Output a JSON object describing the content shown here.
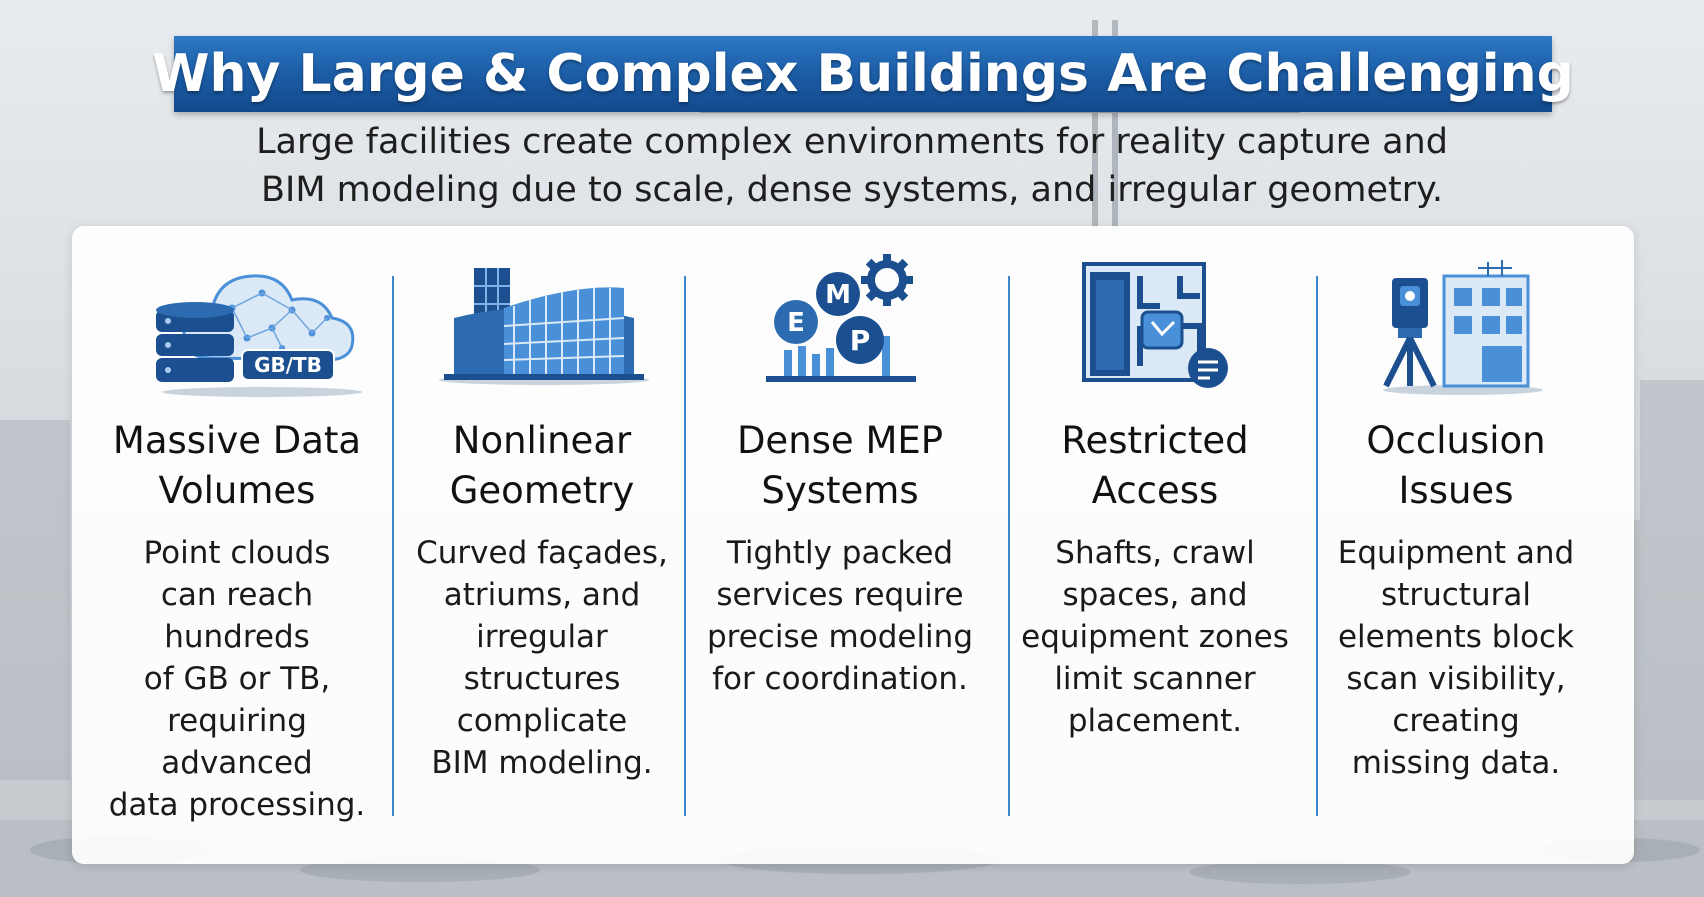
{
  "title": "Why Large & Complex Buildings Are Challenging",
  "subtitle_lines": [
    "Large facilities create complex environments for reality capture and",
    "BIM modeling due to scale, dense systems, and irregular geometry."
  ],
  "colors": {
    "title_bar": "#1a5aa3",
    "accent": "#3b86cc",
    "icon_dark": "#1b4f8f",
    "icon_light": "#4a90d9"
  },
  "cards": [
    {
      "icon": "cloud-database-icon",
      "icon_label": "GB/TB",
      "title_lines": [
        "Massive Data",
        "Volumes"
      ],
      "desc_lines": [
        "Point clouds",
        "can reach",
        "hundreds",
        "of GB or TB,",
        "requiring",
        "advanced",
        "data processing."
      ]
    },
    {
      "icon": "curved-building-icon",
      "title_lines": [
        "Nonlinear",
        "Geometry"
      ],
      "desc_lines": [
        "Curved façades,",
        "atriums, and",
        "irregular",
        "structures",
        "complicate",
        "BIM modeling."
      ]
    },
    {
      "icon": "mep-gear-icon",
      "icon_letters": [
        "E",
        "M",
        "P"
      ],
      "title_lines": [
        "Dense MEP",
        "Systems"
      ],
      "desc_lines": [
        "Tightly packed",
        "services require",
        "precise modeling",
        "for coordination."
      ]
    },
    {
      "icon": "restricted-access-icon",
      "title_lines": [
        "Restricted",
        "Access"
      ],
      "desc_lines": [
        "Shafts, crawl",
        "spaces, and",
        "equipment zones",
        "limit scanner",
        "placement."
      ]
    },
    {
      "icon": "laser-scanner-icon",
      "title_lines": [
        "Occlusion",
        "Issues"
      ],
      "desc_lines": [
        "Equipment and",
        "structural",
        "elements block",
        "scan visibility,",
        "creating",
        "missing data."
      ]
    }
  ]
}
